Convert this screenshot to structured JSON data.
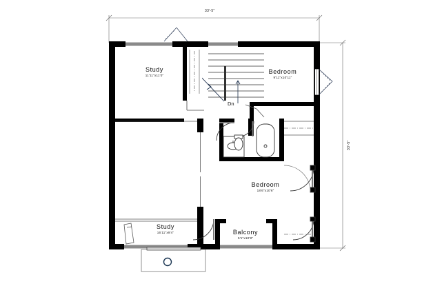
{
  "document": {
    "type": "floor-plan",
    "overall_width": "33'-5\"",
    "overall_depth": "33'-5\""
  },
  "rooms": [
    {
      "id": "study-upper",
      "name": "Study",
      "dimensions": "11'11\"x11'0\""
    },
    {
      "id": "bedroom-upper",
      "name": "Bedroom",
      "dimensions": "9'11\"x10'11\""
    },
    {
      "id": "bedroom-lower",
      "name": "Bedroom",
      "dimensions": "18'6\"x10'6\""
    },
    {
      "id": "study-lower",
      "name": "Study",
      "dimensions": "16'11\"x9'4\""
    },
    {
      "id": "balcony",
      "name": "Balcony",
      "dimensions": "5'1\"x10'8\""
    }
  ],
  "annotations": {
    "stair_direction": "Dn"
  },
  "colors": {
    "wall": "#000000",
    "window": "#808080",
    "thin_line": "#4a4a4a",
    "dimension_line": "#555555",
    "background": "#ffffff"
  }
}
